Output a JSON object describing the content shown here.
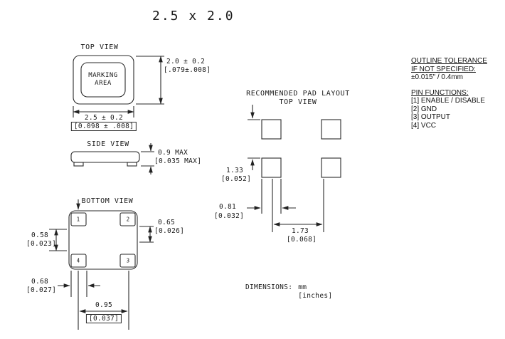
{
  "title": "2.5 x 2.0",
  "top_view": {
    "label": "TOP VIEW",
    "marking": "MARKING\nAREA",
    "height_mm": "2.0 ± 0.2",
    "height_in": "[.079±.008]",
    "width_mm": "2.5 ± 0.2",
    "width_in": "[0.098 ± .008]"
  },
  "side_view": {
    "label": "SIDE VIEW",
    "height_mm": "0.9 MAX",
    "height_in": "[0.035 MAX]"
  },
  "bottom_view": {
    "label": "BOTTOM VIEW",
    "pad_numbers": [
      "1",
      "2",
      "4",
      "3"
    ],
    "dim_right_mm": "0.65",
    "dim_right_in": "[0.026]",
    "dim_left_mm": "0.58",
    "dim_left_in": "[0.023]",
    "dim_pad_width_mm": "0.68",
    "dim_pad_width_in": "[0.027]",
    "dim_pitch_mm": "0.95",
    "dim_pitch_in": "[0.037]"
  },
  "pad_layout": {
    "title": "RECOMMENDED PAD LAYOUT",
    "subtitle": "TOP VIEW",
    "dim_vertical_mm": "1.33",
    "dim_vertical_in": "[0.052]",
    "dim_pad_width_mm": "0.81",
    "dim_pad_width_in": "[0.032]",
    "dim_pitch_mm": "1.73",
    "dim_pitch_in": "[0.068]"
  },
  "notes": {
    "tolerance_line1": "OUTLINE TOLERANCE",
    "tolerance_line2": "IF NOT SPECIFIED:",
    "tolerance_value": "±0.015\" / 0.4mm",
    "pin_functions_title": "PIN FUNCTIONS:",
    "pins": [
      "[1] ENABLE / DISABLE",
      "[2] GND",
      "[3] OUTPUT",
      "[4] VCC"
    ]
  },
  "units_note": {
    "label": "DIMENSIONS:",
    "unit_primary": "mm",
    "unit_secondary": "[inches]"
  }
}
